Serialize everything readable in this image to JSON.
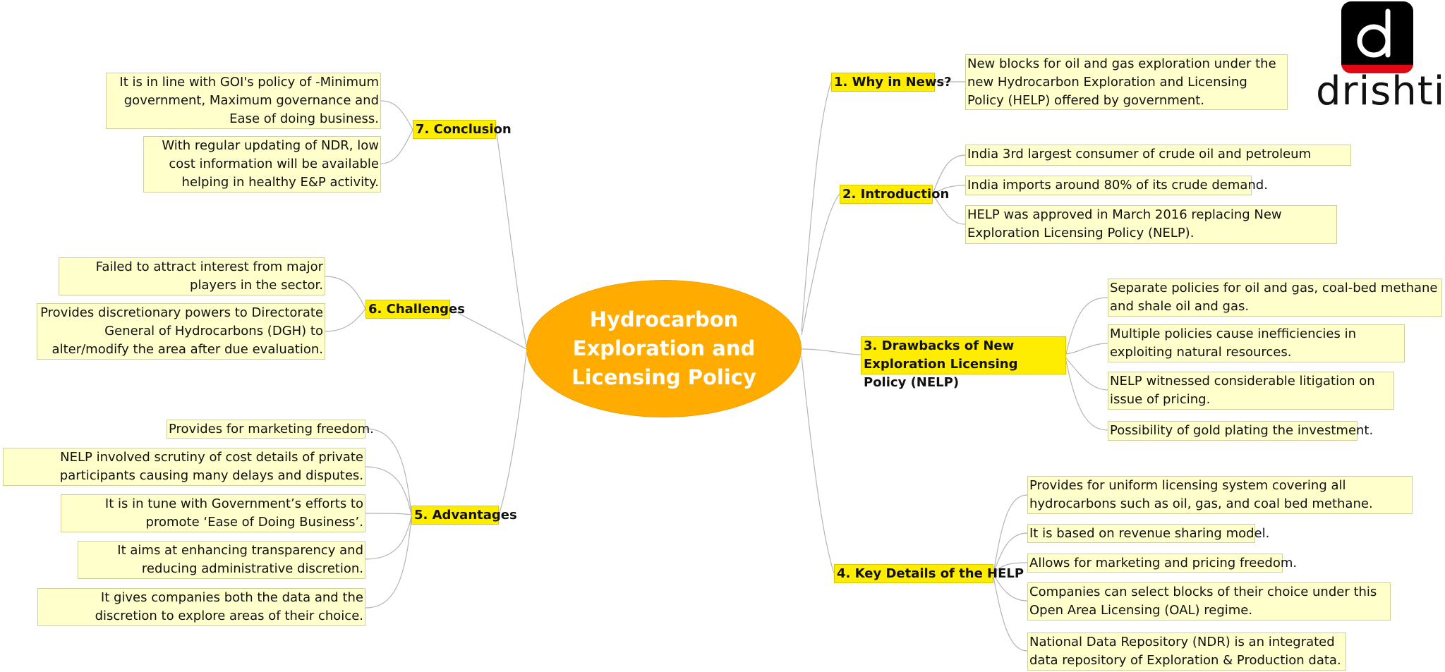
{
  "center_title": "Hydrocarbon Exploration and Licensing Policy",
  "logo": {
    "text": "drishti",
    "icon": "drishti-d-icon",
    "tile_color": "#000000",
    "accent_color": "#e30613"
  },
  "colors": {
    "branch_bg": "#ffed00",
    "leaf_bg": "#ffffcc",
    "center_bg": "#ffab00",
    "line": "#b5b5b5"
  },
  "branches": {
    "why": {
      "label": "1. Why in News?",
      "items": [
        "New blocks for oil and gas exploration under the new Hydrocarbon Exploration and Licensing Policy (HELP) offered by government."
      ]
    },
    "intro": {
      "label": "2. Introduction",
      "items": [
        "India 3rd largest consumer of crude oil and petroleum",
        "India imports around 80% of its crude demand.",
        "HELP was approved in March 2016 replacing New Exploration Licensing Policy (NELP)."
      ]
    },
    "drawbacks": {
      "label": "3. Drawbacks of New Exploration Licensing Policy (NELP)",
      "items": [
        "Separate policies for oil and gas, coal-bed methane and shale oil and gas.",
        "Multiple policies cause inefficiencies in exploiting natural resources.",
        "NELP witnessed considerable litigation on issue of pricing.",
        "Possibility of gold plating the investment."
      ]
    },
    "key": {
      "label": "4. Key Details of the HELP",
      "items": [
        "Provides for uniform licensing system covering all hydrocarbons such as oil, gas, and coal bed methane.",
        "It is based on revenue sharing model.",
        "Allows for marketing and pricing freedom.",
        "Companies can select blocks of their choice under this Open Area Licensing (OAL) regime.",
        "National Data Repository (NDR) is an integrated data repository of Exploration & Production data."
      ]
    },
    "adv": {
      "label": "5. Advantages",
      "items": [
        "Provides for marketing freedom.",
        "NELP involved scrutiny of cost details of private participants causing many delays and disputes.",
        "It is in tune with Government’s efforts to promote ‘Ease of Doing Business’.",
        "It aims at enhancing transparency and reducing administrative discretion.",
        "It gives companies both the data and the discretion to explore areas of their choice."
      ]
    },
    "chal": {
      "label": "6. Challenges",
      "items": [
        "Failed to attract interest from major players in the sector.",
        "Provides discretionary powers to Directorate General of Hydrocarbons (DGH) to alter/modify the area after due evaluation."
      ]
    },
    "concl": {
      "label": "7. Conclusion",
      "items": [
        "It is in line with GOI's policy of -Minimum government, Maximum governance and Ease of doing business.",
        "With regular updating of NDR, low cost information will be available helping in healthy E&P activity."
      ]
    }
  }
}
